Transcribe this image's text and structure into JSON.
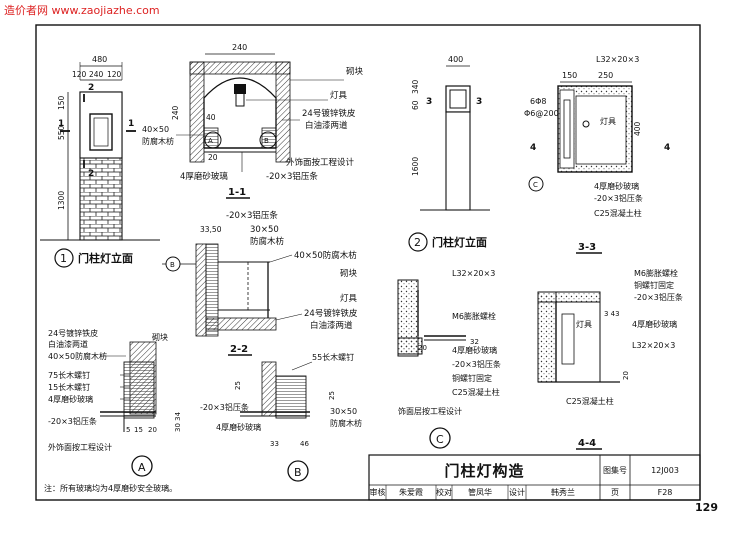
{
  "watermark": "造价者网 www.zaojiazhe.com",
  "drawing_title": "门柱灯构造",
  "note": "注：所有玻璃均为4厚磨砂安全玻璃。",
  "page_number": "129",
  "title_block": {
    "atlas_label": "图集号",
    "atlas_value": "12J003",
    "review_label": "审核",
    "reviewer": "朱爱霞",
    "proof_label": "校对",
    "proofer": "管凤华",
    "design_label": "设计",
    "designer": "韩秀兰",
    "page_label": "页",
    "page_value": "F28"
  },
  "views": {
    "v1": {
      "label": "门柱灯立面",
      "num": "1"
    },
    "v2": {
      "label": "门柱灯立面",
      "num": "2"
    },
    "s11": "1-1",
    "s22": "2-2",
    "s33": "3-3",
    "s44": "4-4",
    "dA": "A",
    "dB": "B",
    "dC": "C"
  },
  "dims": {
    "d480": "480",
    "d120a": "120",
    "d240": "240",
    "d120b": "120",
    "d150": "150",
    "d550": "550",
    "d1300": "1300",
    "d240top": "240",
    "d240side": "240",
    "d40": "40",
    "d20": "20",
    "d400": "400",
    "d340": "340",
    "d60": "60",
    "d1600": "1600",
    "d150b": "150",
    "d250": "250",
    "d400b": "400",
    "d3350": "33,50",
    "d55": "5",
    "d15": "15",
    "d20b": "20",
    "d3034": "30 34",
    "d25": "25",
    "d33": "33",
    "d46": "46",
    "d25b": "25",
    "d32": "32",
    "d33b": "33",
    "d20c": "20",
    "d20d": "20",
    "d3": "3",
    "d343": "3 43"
  },
  "labels": {
    "qikuai": "砌块",
    "dengju": "灯具",
    "tie24": "24号镀锌铁皮",
    "baiyou": "白油漆两道",
    "mufang4050": "40×50",
    "fangfu": "防腐木枋",
    "waishi": "外饰面按工程设计",
    "boli4": "4厚磨砂玻璃",
    "lvya": "-20×3铝压条",
    "lvya2": "-20×3铝压条",
    "mufang3050": "30×50",
    "fangfu2": "防腐木枋",
    "mufang4050b": "40×50防腐木枋",
    "qikuai2": "砌块",
    "dengju2": "灯具",
    "tie24b": "24号镀锌铁皮",
    "baiyou2": "白油漆两道",
    "tieA": "24号镀锌铁皮",
    "baiyouA": "白油漆两道",
    "fangfuA": "40×50防腐木枋",
    "luoding75": "75长木螺钉",
    "luoding15": "15长木螺钉",
    "boliA": "4厚磨砂玻璃",
    "lvyaA": "-20×3铝压条",
    "waishiA": "外饰面按工程设计",
    "qikuaiA": "砌块",
    "luoding55": "55长木螺钉",
    "lvyaB": "-20×3铝压条",
    "boliB": "4厚磨砂玻璃",
    "mufangB": "30×50",
    "fangfuB": "防腐木枋",
    "L32": "L32×20×3",
    "gang8": "6Φ8",
    "gang6": "Φ6@200",
    "dengju3": "灯具",
    "boli3": "4厚磨砂玻璃",
    "lvya3": "-20×3铝压条",
    "c25": "C25混凝土柱",
    "L32c": "L32×20×3",
    "m6c": "M6膨胀螺栓",
    "boliC": "4厚磨砂玻璃",
    "lvyaC": "-20×3铝压条",
    "luodingC": "铜螺钉固定",
    "c25C": "C25混凝土柱",
    "waishiC": "饰面层按工程设计",
    "m6d": "M6膨胀螺栓",
    "tongding": "铜螺钉固定",
    "lvya4": "-20×3铝压条",
    "dengju4": "灯具",
    "boli4b": "4厚磨砂玻璃",
    "L32d": "L32×20×3",
    "c25d": "C25混凝土柱"
  }
}
